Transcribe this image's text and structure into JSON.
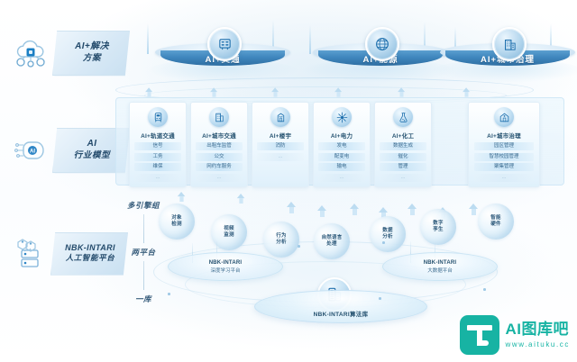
{
  "stages": [
    {
      "icon": "cloud-gear-icon",
      "line1": "AI+解决",
      "line2": "方案"
    },
    {
      "icon": "ai-brain-chip-icon",
      "line1": "AI",
      "line2": "行业模型"
    },
    {
      "icon": "server-neural-icon",
      "line1": "NBK-INTARI",
      "line2": "人工智能平台"
    }
  ],
  "axis": {
    "engines_label": "多引擎组",
    "platforms_label": "两平台",
    "base_label": "一库"
  },
  "solutions": [
    {
      "label": "AI+交通",
      "icon": "traffic-signal-icon"
    },
    {
      "label": "AI+能源",
      "icon": "energy-globe-icon"
    },
    {
      "label": "AI+城市治理",
      "icon": "city-building-icon"
    }
  ],
  "models": [
    {
      "title": "AI+轨道交通",
      "icon": "rail-transit-icon",
      "items": [
        "信号",
        "工务",
        "维保",
        "…"
      ]
    },
    {
      "title": "AI+城市交通",
      "icon": "city-traffic-icon",
      "items": [
        "出租车监管",
        "公交",
        "网约车服务",
        "…"
      ]
    },
    {
      "title": "AI+楼宇",
      "icon": "building-icon",
      "items": [
        "消防",
        "…"
      ]
    },
    {
      "title": "AI+电力",
      "icon": "power-icon",
      "items": [
        "发电",
        "配变电",
        "输电",
        "…"
      ]
    },
    {
      "title": "AI+化工",
      "icon": "chemical-icon",
      "items": [
        "数据生成",
        "催化",
        "管理",
        "…"
      ]
    },
    {
      "title": "AI+城市治理",
      "icon": "governance-icon",
      "items": [
        "园区管理",
        "智慧校园管理",
        "聚集管理",
        "…"
      ]
    }
  ],
  "engines": [
    {
      "line1": "对象",
      "line2": "检测"
    },
    {
      "line1": "视频",
      "line2": "监测"
    },
    {
      "line1": "行为",
      "line2": "分析"
    },
    {
      "line1": "自然语言",
      "line2": "处理"
    },
    {
      "line1": "数据",
      "line2": "分析"
    },
    {
      "line1": "数字",
      "line2": "孪生"
    },
    {
      "line1": "智能",
      "line2": "硬件"
    }
  ],
  "platforms": [
    {
      "name": "NBK-INTARI",
      "sub": "深度学习平台"
    },
    {
      "name": "NBK-INTARI",
      "sub": "大数据平台"
    }
  ],
  "base": {
    "label": "NBK-INTARI算法库",
    "icon": "database-server-icon"
  },
  "watermark": {
    "title": "AI图库吧",
    "url": "www.aituku.cc",
    "logo": "t-logo-icon"
  },
  "colors": {
    "band": "#3f86bd",
    "text_dark": "#24516f",
    "text_mid": "#3c6c90",
    "brand": "#17b3a3"
  }
}
